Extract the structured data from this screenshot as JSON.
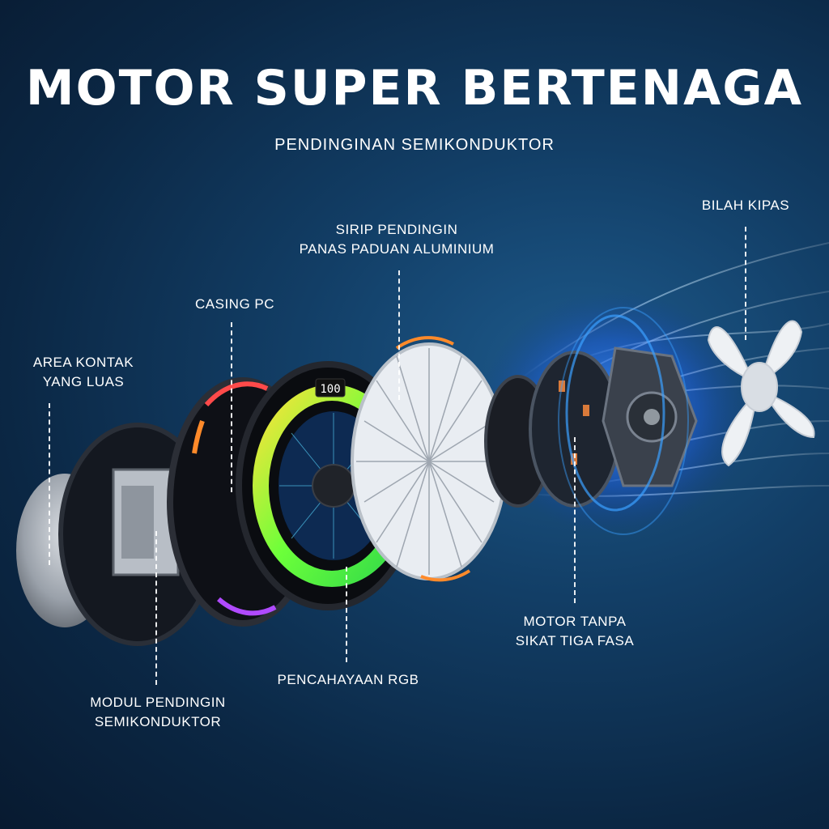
{
  "title": "MOTOR SUPER BERTENAGA",
  "subtitle": "PENDINGINAN SEMIKONDUKTOR",
  "labels": {
    "contact_area": [
      "AREA KONTAK",
      "YANG LUAS"
    ],
    "pc_casing": "CASING PC",
    "heatsink": [
      "SIRIP PENDINGIN",
      "PANAS PADUAN ALUMINIUM"
    ],
    "fan_blade": "BILAH KIPAS",
    "semiconductor_module": [
      "MODUL PENDINGIN",
      "SEMIKONDUKTOR"
    ],
    "rgb_lighting": "PENCAHAYAAN RGB",
    "brushless_motor": [
      "MOTOR TANPA",
      "SIKAT TIGA FASA"
    ]
  },
  "display_readout": "100",
  "colors": {
    "background": "#0b2744",
    "text": "#ffffff",
    "rgb_ring": "#6cff3a",
    "motor_glow": "#2f7bff"
  }
}
